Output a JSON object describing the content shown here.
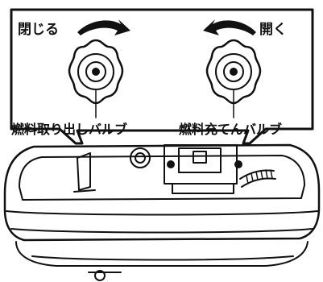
{
  "diagram": {
    "labels": {
      "close": "閉じる",
      "open": "開く",
      "outlet_valve": "燃料取り出しバルブ",
      "fill_valve": "燃料充てんバルブ"
    },
    "icons": [
      "arrow-clockwise-icon",
      "arrow-counterclockwise-icon"
    ]
  }
}
